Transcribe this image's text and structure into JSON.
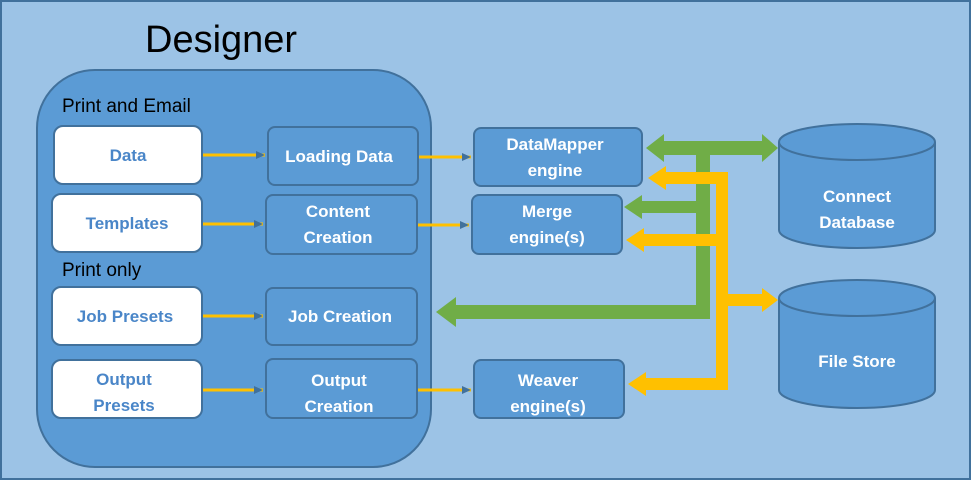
{
  "title": "Designer",
  "sections": {
    "print_and_email": "Print and Email",
    "print_only": "Print only"
  },
  "inputs": {
    "data": "Data",
    "templates": "Templates",
    "job_presets": "Job Presets",
    "output_presets": [
      "Output",
      "Presets"
    ]
  },
  "processes": {
    "loading_data": "Loading Data",
    "content_creation": [
      "Content",
      "Creation"
    ],
    "job_creation": "Job Creation",
    "output_creation": [
      "Output",
      "Creation"
    ]
  },
  "engines": {
    "datamapper": [
      "DataMapper",
      "engine"
    ],
    "merge": [
      "Merge",
      "engine(s)"
    ],
    "weaver": [
      "Weaver",
      "engine(s)"
    ]
  },
  "stores": {
    "connect_database": [
      "Connect",
      "Database"
    ],
    "file_store": "File Store"
  },
  "colors": {
    "background": "#9cc3e6",
    "designer_panel": "#5b9bd5",
    "box": "#5b9bd5",
    "box_border": "#41719c",
    "input_fill": "#ffffff",
    "green_arrow": "#70ad47",
    "yellow_arrow": "#ffc000"
  }
}
